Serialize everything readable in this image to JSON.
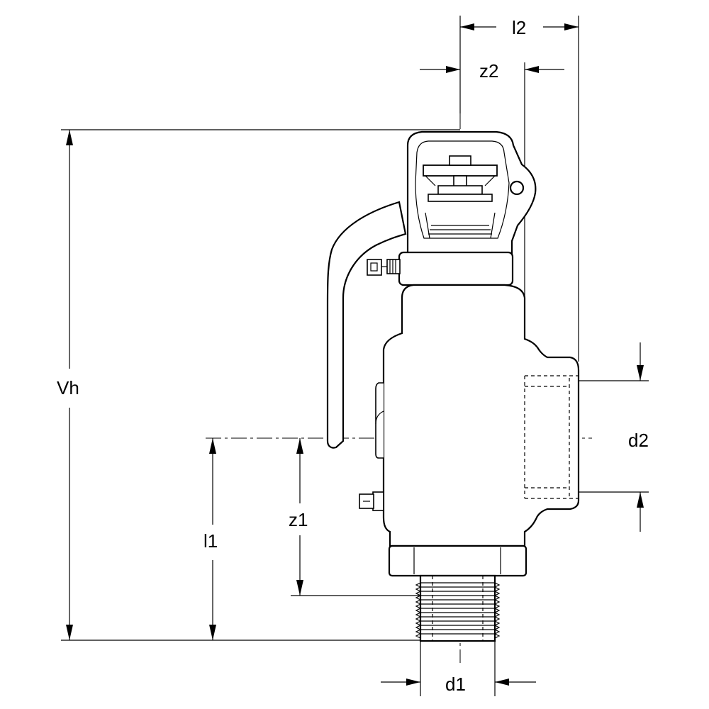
{
  "dimensions": {
    "l2": "l2",
    "z2": "z2",
    "Vh": "Vh",
    "d2": "d2",
    "z1": "z1",
    "l1": "l1",
    "d1": "d1"
  }
}
